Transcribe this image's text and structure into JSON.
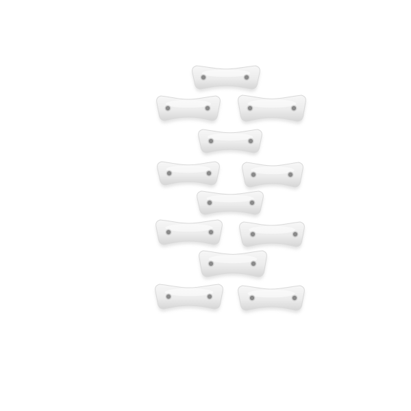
{
  "photo": {
    "subject": "climbing-holds",
    "background_color": "#ffffff",
    "hold_color": "#ececec",
    "hold_shadow_color": "#cfcfcf",
    "bolt_hole_color": "#8a8a8a"
  },
  "holds": {
    "count": 12,
    "items": [
      {
        "id": "hold-1"
      },
      {
        "id": "hold-2"
      },
      {
        "id": "hold-3"
      },
      {
        "id": "hold-4"
      },
      {
        "id": "hold-5"
      },
      {
        "id": "hold-6"
      },
      {
        "id": "hold-7"
      },
      {
        "id": "hold-8"
      },
      {
        "id": "hold-9"
      },
      {
        "id": "hold-10"
      },
      {
        "id": "hold-11"
      },
      {
        "id": "hold-12"
      }
    ]
  }
}
